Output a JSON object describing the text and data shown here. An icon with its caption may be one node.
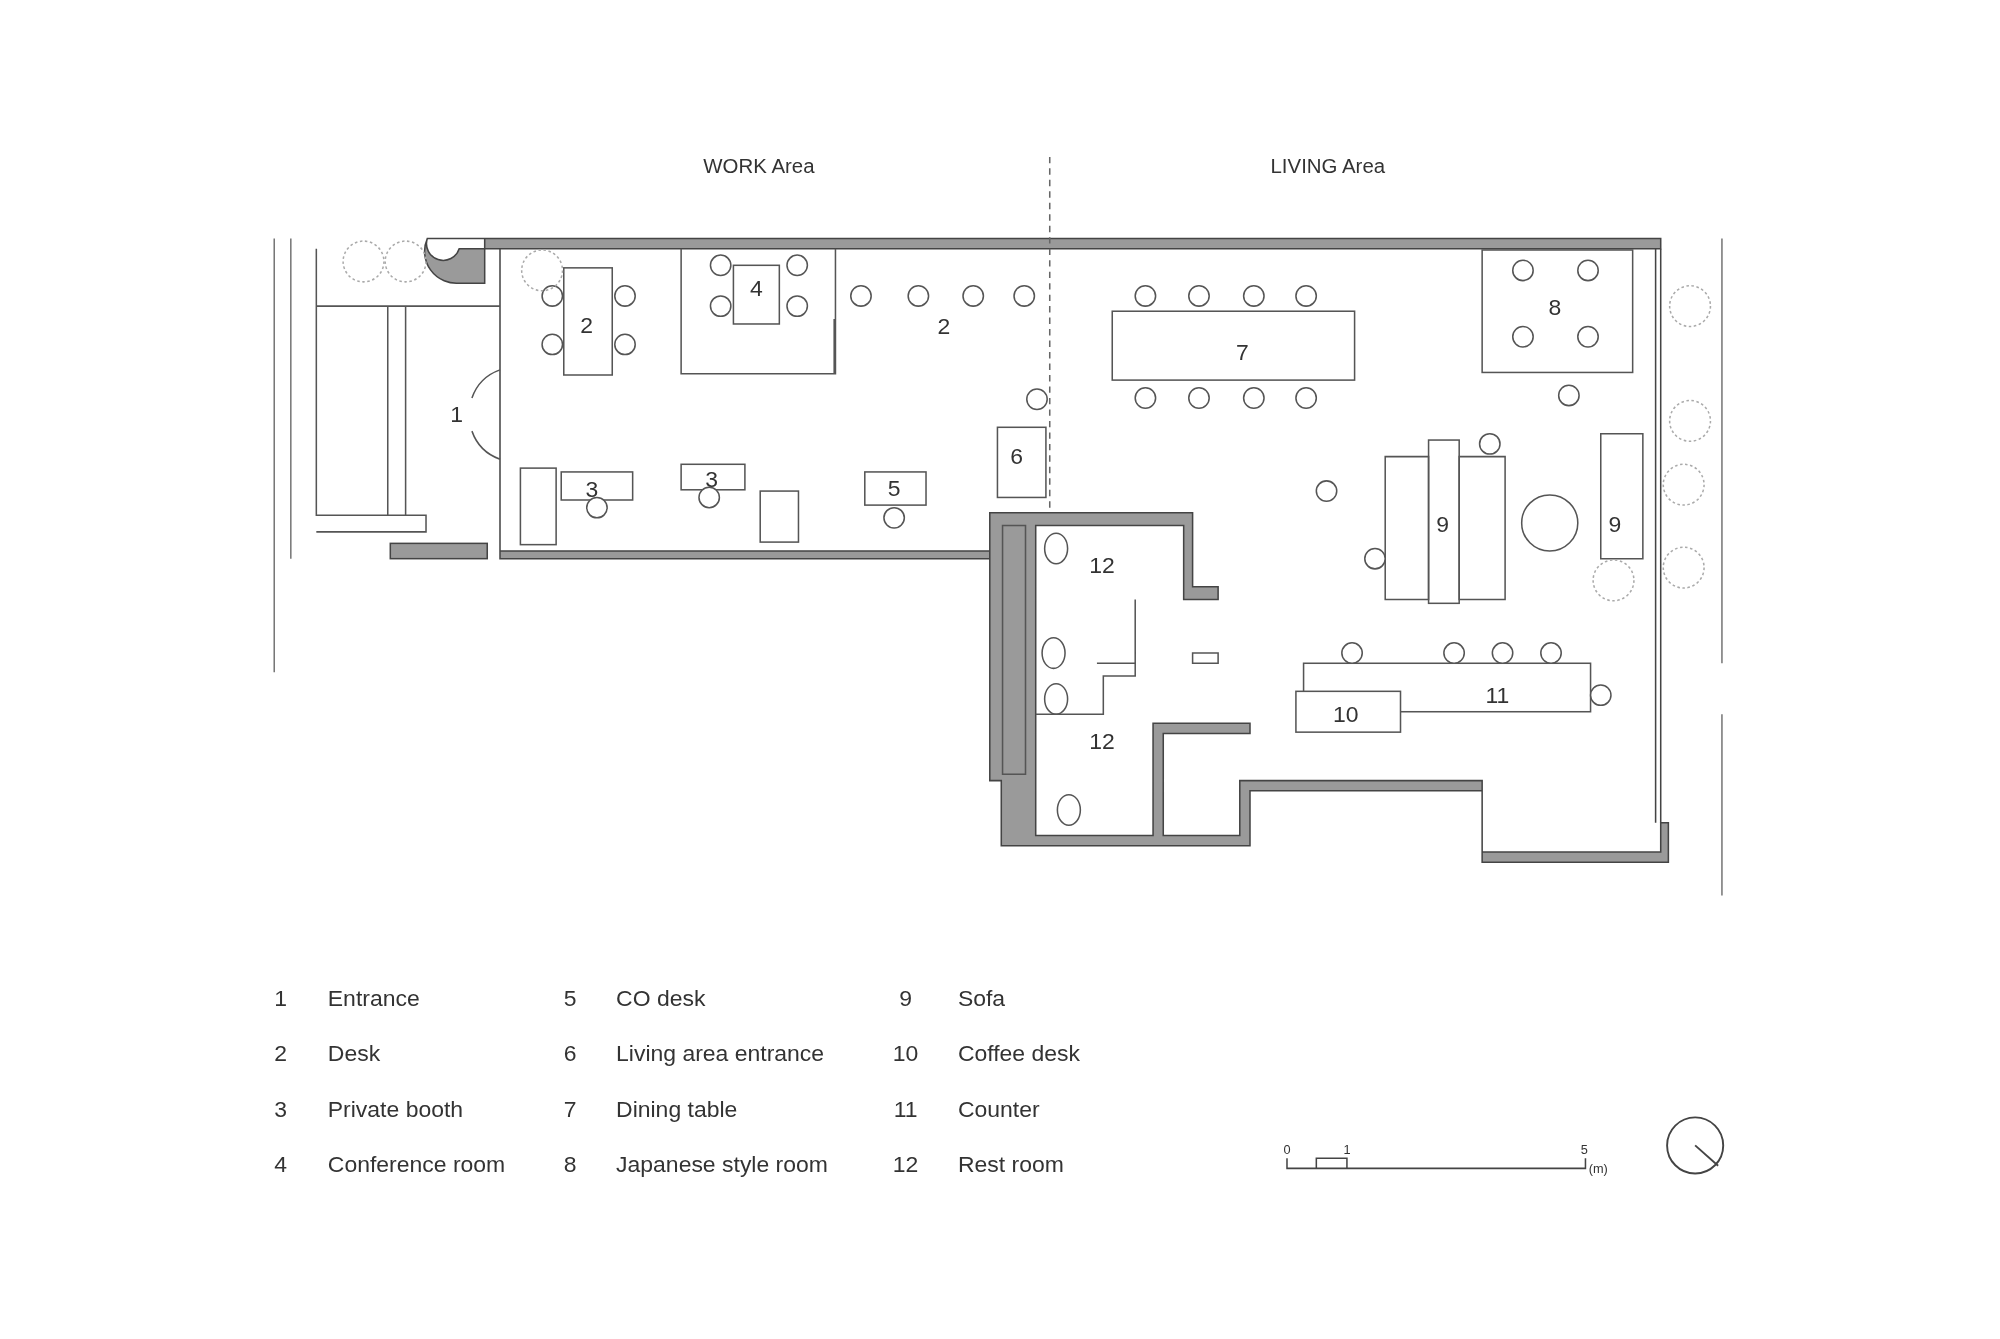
{
  "diagram": {
    "labels": [
      "WORK Area",
      "LIVING Area",
      "4",
      "8",
      "2",
      "2",
      "7",
      "1",
      "6",
      "3",
      "3",
      "5",
      "9",
      "9",
      "12",
      "12",
      "11",
      "10",
      "1",
      "Entrance",
      "5",
      "CO desk",
      "9",
      "Sofa",
      "2",
      "Desk",
      "6",
      "Living area entrance",
      "10",
      "Coffee desk",
      "3",
      "Private booth",
      "7",
      "Dining table",
      "11",
      "Counter",
      "4",
      "Conference room",
      "8",
      "Japanese style room",
      "12",
      "Rest room",
      "0",
      "1",
      "5",
      "(m)"
    ]
  }
}
